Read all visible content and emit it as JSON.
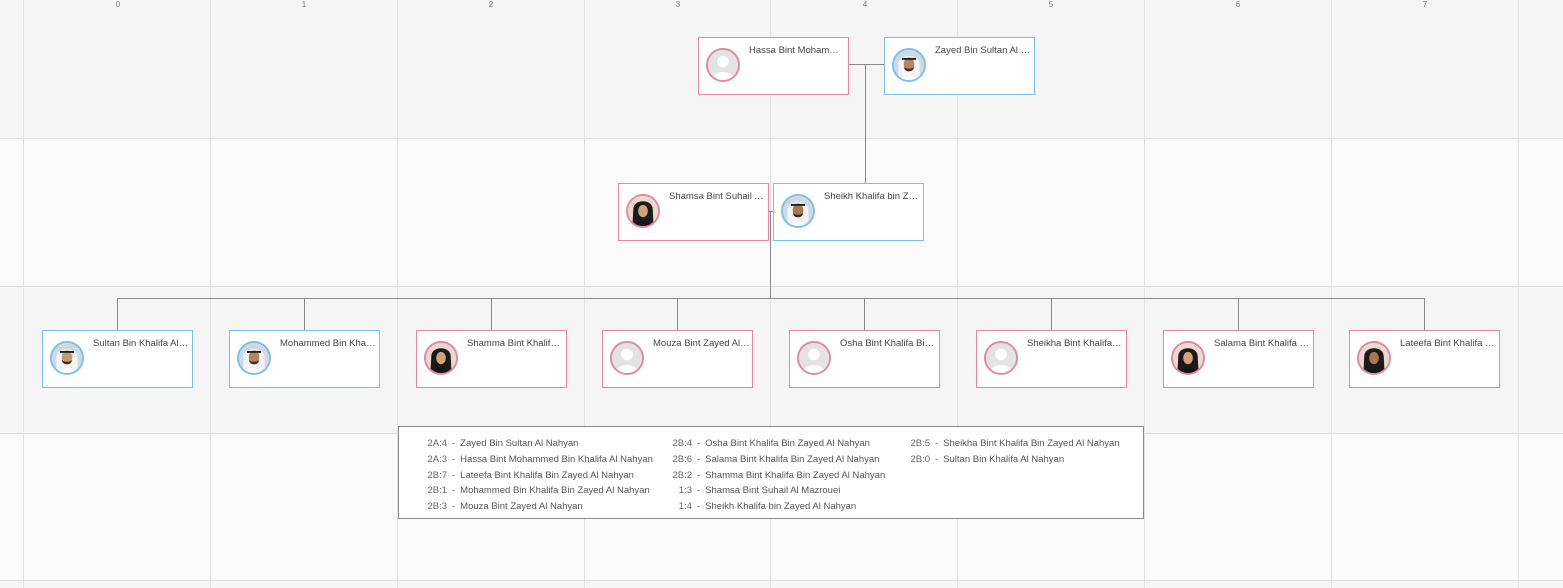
{
  "grid": {
    "column_labels": [
      "0",
      "1",
      "2",
      "3",
      "4",
      "5",
      "6",
      "7"
    ]
  },
  "colors": {
    "female_border": "#e4899f",
    "male_border": "#7cc0ec",
    "connector": "#8a8a8a",
    "band_shade": "#f5f5f5"
  },
  "nodes": [
    {
      "id": "2A:3",
      "name": "Hassa Bint Mohammed Bin Khalifa Al Nahyan",
      "gender": "female",
      "avatar": "placeholder-avatar-icon"
    },
    {
      "id": "2A:4",
      "name": "Zayed Bin Sultan Al Nahyan",
      "gender": "male",
      "avatar": "portrait-icon"
    },
    {
      "id": "1:3",
      "name": "Shamsa Bint Suhail Al Mazrouei",
      "gender": "female",
      "avatar": "portrait-icon"
    },
    {
      "id": "1:4",
      "name": "Sheikh Khalifa bin Zayed Al Nahyan",
      "gender": "male",
      "avatar": "portrait-icon"
    },
    {
      "id": "2B:0",
      "name": "Sultan Bin Khalifa Al Nahyan",
      "gender": "male",
      "avatar": "portrait-icon"
    },
    {
      "id": "2B:1",
      "name": "Mohammed Bin Khalifa Bin Zayed Al Nahyan",
      "gender": "male",
      "avatar": "portrait-icon"
    },
    {
      "id": "2B:2",
      "name": "Shamma Bint Khalifa Bin Zayed Al Nahyan",
      "gender": "female",
      "avatar": "portrait-icon"
    },
    {
      "id": "2B:3",
      "name": "Mouza Bint Zayed Al Nahyan",
      "gender": "female",
      "avatar": "placeholder-avatar-icon"
    },
    {
      "id": "2B:4",
      "name": "Osha Bint Khalifa Bin Zayed Al Nahyan",
      "gender": "female",
      "avatar": "placeholder-avatar-icon"
    },
    {
      "id": "2B:5",
      "name": "Sheikha Bint Khalifa Bin Zayed Al Nahyan",
      "gender": "female",
      "avatar": "placeholder-avatar-icon"
    },
    {
      "id": "2B:6",
      "name": "Salama Bint Khalifa Bin Zayed Al Nahyan",
      "gender": "female",
      "avatar": "portrait-icon"
    },
    {
      "id": "2B:7",
      "name": "Lateefa Bint Khalifa Bin Zayed Al Nahyan",
      "gender": "female",
      "avatar": "portrait-icon"
    }
  ],
  "legend": {
    "columns": [
      [
        {
          "code": "2A:4",
          "name": "Zayed Bin Sultan Al Nahyan"
        },
        {
          "code": "2A:3",
          "name": "Hassa Bint Mohammed Bin Khalifa Al Nahyan"
        },
        {
          "code": "2B:7",
          "name": "Lateefa Bint Khalifa Bin Zayed Al Nahyan"
        },
        {
          "code": "2B:1",
          "name": "Mohammed Bin Khalifa Bin Zayed Al Nahyan"
        },
        {
          "code": "2B:3",
          "name": "Mouza Bint Zayed Al Nahyan"
        }
      ],
      [
        {
          "code": "2B:4",
          "name": "Osha Bint Khalifa Bin Zayed Al Nahyan"
        },
        {
          "code": "2B:6",
          "name": "Salama Bint Khalifa Bin Zayed Al Nahyan"
        },
        {
          "code": "2B:2",
          "name": "Shamma Bint Khalifa Bin Zayed Al Nahyan"
        },
        {
          "code": "1:3",
          "name": "Shamsa Bint Suhail Al Mazrouei"
        },
        {
          "code": "1:4",
          "name": "Sheikh Khalifa bin Zayed Al Nahyan"
        }
      ],
      [
        {
          "code": "2B:5",
          "name": "Sheikha Bint Khalifa Bin Zayed Al Nahyan"
        },
        {
          "code": "2B:0",
          "name": "Sultan Bin Khalifa Al Nahyan"
        }
      ]
    ]
  }
}
